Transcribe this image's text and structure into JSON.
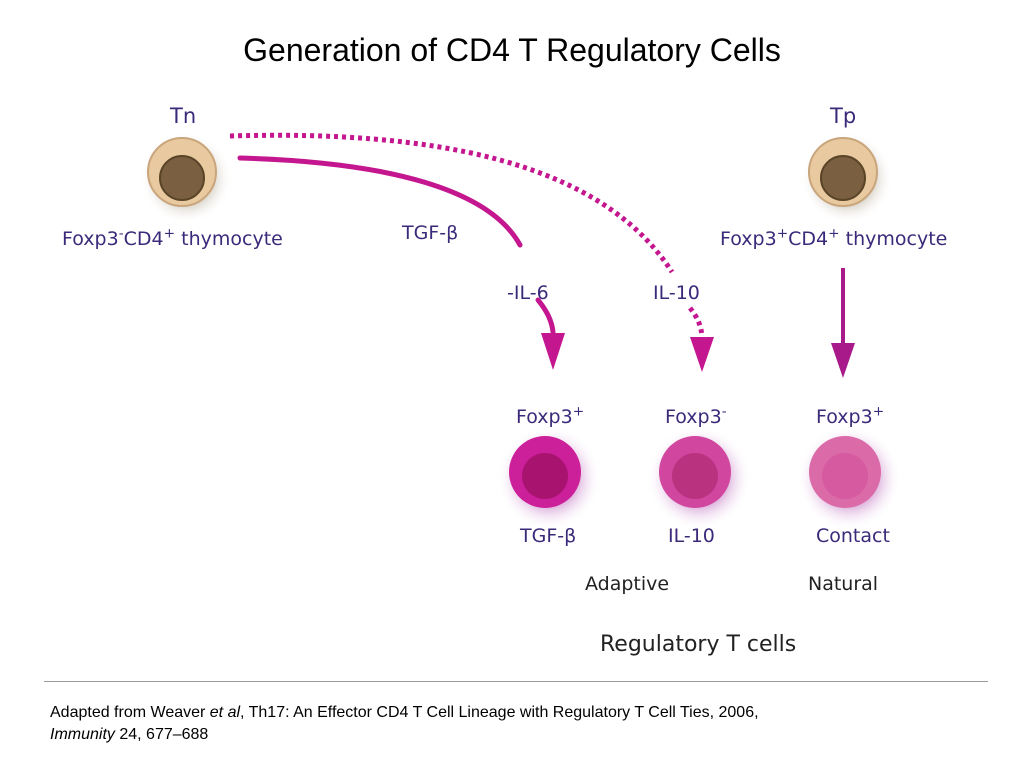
{
  "slide": {
    "title": "Generation of CD4 T Regulatory Cells"
  },
  "diagram": {
    "sources": {
      "tn": {
        "name": "Tn",
        "desc_a": "Foxp3",
        "desc_sup_a": "-",
        "desc_b": "CD4",
        "desc_sup_b": "+",
        "desc_c": " thymocyte"
      },
      "tp": {
        "name": "Tp",
        "desc_a": "Foxp3",
        "desc_sup_a": "+",
        "desc_b": "CD4",
        "desc_sup_b": "+",
        "desc_c": " thymocyte"
      }
    },
    "pathway_labels": {
      "tgf": "TGF-β",
      "il6": "-IL-6",
      "il10": "IL-10"
    },
    "targets": [
      {
        "marker": "Foxp3",
        "marker_sup": "+",
        "mechanism": "TGF-β",
        "color": "#cc1f9a"
      },
      {
        "marker": "Foxp3",
        "marker_sup": "-",
        "mechanism": "IL-10",
        "color": "#d1469f"
      },
      {
        "marker": "Foxp3",
        "marker_sup": "+",
        "mechanism": "Contact",
        "color": "#db6aa9"
      }
    ],
    "groups": {
      "adaptive": "Adaptive",
      "natural": "Natural"
    },
    "footer_label": "Regulatory T cells",
    "arrow_color": "#c4168f"
  },
  "citation": {
    "prefix": "Adapted from Weaver ",
    "etal": "et al",
    "text": ", Th17: An Effector CD4 T Cell Lineage with Regulatory T Cell Ties, 2006,",
    "journal": "Immunity",
    "details": " 24, 677–688"
  }
}
